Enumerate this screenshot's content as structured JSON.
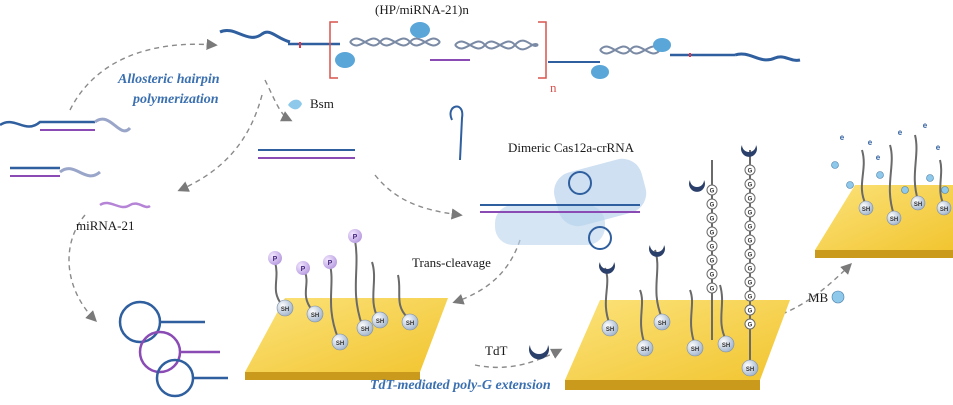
{
  "labels": {
    "top_complex": "(HP/miRNA-21)n",
    "repeat_n": "n",
    "allosteric": "Allosteric hairpin",
    "polymerization": "polymerization",
    "bsm": "Bsm",
    "dimeric": "Dimeric Cas12a-crRNA",
    "mirna": "miRNA-21",
    "trans_cleavage": "Trans-cleavage",
    "tdt": "TdT",
    "tdt_mediated": "TdT-mediated poly-G extension",
    "mb": "MB",
    "sh": "SH",
    "p": "P",
    "g": "G",
    "e": "e"
  },
  "colors": {
    "gold_top": "#f6d24a",
    "gold_side": "#c99a1c",
    "strand_blue": "#2f5f9e",
    "strand_purple": "#8a4bb5",
    "strand_red": "#d63a4a",
    "arrow_gray": "#8a8a8a",
    "cas_shade": "#b9d3ec",
    "bracket_red": "#d9534f"
  }
}
